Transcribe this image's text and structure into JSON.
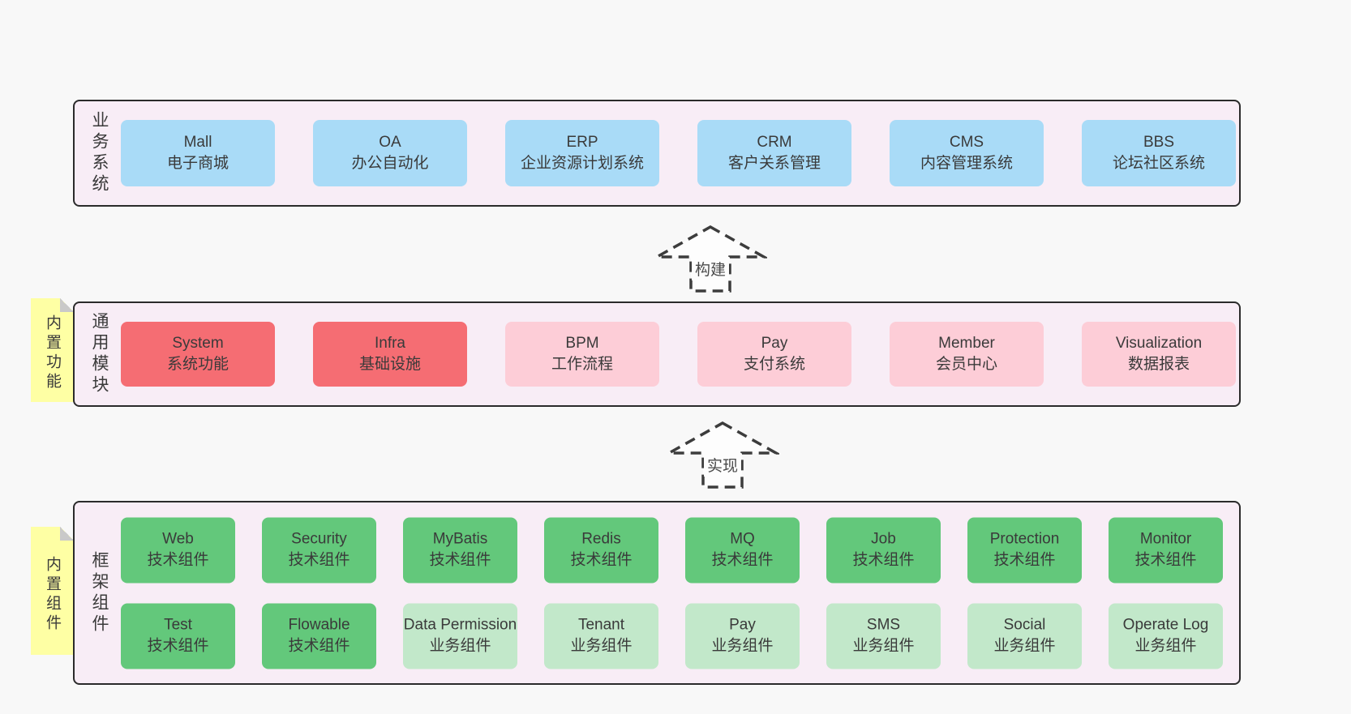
{
  "palette": {
    "page_bg": "#f8f8f8",
    "band_bg": "#f8edf6",
    "band_border": "#2b2b2b",
    "blue": "#a9dbf7",
    "red": "#f56d73",
    "pink": "#fdcdd7",
    "green": "#63c87b",
    "light_green": "#c2e8ca",
    "sticky": "#feffa4",
    "sticky_fold": "#c9c9c9",
    "arrow": "#3c3c3c",
    "text": "#3a3a3a"
  },
  "arrows": [
    {
      "label": "构建"
    },
    {
      "label": "实现"
    }
  ],
  "bands": [
    {
      "label": "业务系统",
      "items": [
        {
          "en": "Mall",
          "zh": "电子商城",
          "variant": "blue"
        },
        {
          "en": "OA",
          "zh": "办公自动化",
          "variant": "blue"
        },
        {
          "en": "ERP",
          "zh": "企业资源计划系统",
          "variant": "blue"
        },
        {
          "en": "CRM",
          "zh": "客户关系管理",
          "variant": "blue"
        },
        {
          "en": "CMS",
          "zh": "内容管理系统",
          "variant": "blue"
        },
        {
          "en": "BBS",
          "zh": "论坛社区系统",
          "variant": "blue"
        }
      ]
    },
    {
      "label": "通用模块",
      "sticky": "内置功能",
      "items": [
        {
          "en": "System",
          "zh": "系统功能",
          "variant": "red"
        },
        {
          "en": "Infra",
          "zh": "基础设施",
          "variant": "red"
        },
        {
          "en": "BPM",
          "zh": "工作流程",
          "variant": "pink"
        },
        {
          "en": "Pay",
          "zh": "支付系统",
          "variant": "pink"
        },
        {
          "en": "Member",
          "zh": "会员中心",
          "variant": "pink"
        },
        {
          "en": "Visualization",
          "zh": "数据报表",
          "variant": "pink"
        }
      ]
    },
    {
      "label": "框架组件",
      "sticky": "内置组件",
      "items": [
        {
          "en": "Web",
          "zh": "技术组件",
          "variant": "green"
        },
        {
          "en": "Security",
          "zh": "技术组件",
          "variant": "green"
        },
        {
          "en": "MyBatis",
          "zh": "技术组件",
          "variant": "green"
        },
        {
          "en": "Redis",
          "zh": "技术组件",
          "variant": "green"
        },
        {
          "en": "MQ",
          "zh": "技术组件",
          "variant": "green"
        },
        {
          "en": "Job",
          "zh": "技术组件",
          "variant": "green"
        },
        {
          "en": "Protection",
          "zh": "技术组件",
          "variant": "green"
        },
        {
          "en": "Monitor",
          "zh": "技术组件",
          "variant": "green"
        },
        {
          "en": "Test",
          "zh": "技术组件",
          "variant": "green"
        },
        {
          "en": "Flowable",
          "zh": "技术组件",
          "variant": "green"
        },
        {
          "en": "Data Permission",
          "zh": "业务组件",
          "variant": "lightgreen"
        },
        {
          "en": "Tenant",
          "zh": "业务组件",
          "variant": "lightgreen"
        },
        {
          "en": "Pay",
          "zh": "业务组件",
          "variant": "lightgreen"
        },
        {
          "en": "SMS",
          "zh": "业务组件",
          "variant": "lightgreen"
        },
        {
          "en": "Social",
          "zh": "业务组件",
          "variant": "lightgreen"
        },
        {
          "en": "Operate Log",
          "zh": "业务组件",
          "variant": "lightgreen"
        }
      ]
    }
  ]
}
